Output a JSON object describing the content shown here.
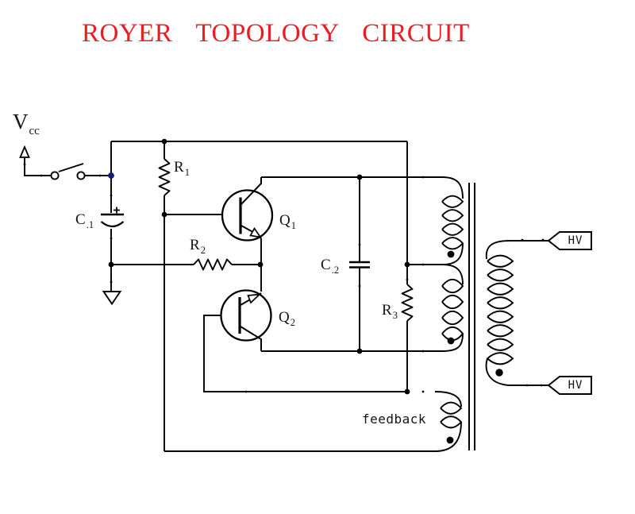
{
  "title": "ROYER TOPOLOGY CIRCUIT",
  "colors": {
    "title": "#ea1c24",
    "wire": "#000000",
    "junction_switch_dot": "#1b1b7e"
  },
  "labels": {
    "vcc": {
      "main": "V",
      "sub": "cc"
    },
    "c1": {
      "main": "C",
      "sub": ".1"
    },
    "r1": {
      "main": "R",
      "sub": "1"
    },
    "r2": {
      "main": "R",
      "sub": "2"
    },
    "q1": {
      "main": "Q",
      "sub": "1"
    },
    "q2": {
      "main": "Q",
      "sub": "2"
    },
    "c2": {
      "main": "C",
      "sub": ".2"
    },
    "r3": {
      "main": "R",
      "sub": "3"
    },
    "feedback": "feedback",
    "hv_top": "HV",
    "hv_bottom": "HV"
  },
  "transformer": {
    "primary_top_turns": 4,
    "primary_bottom_turns": 4,
    "feedback_turns": 2,
    "secondary_turns": 8,
    "phase_dots": 4
  }
}
